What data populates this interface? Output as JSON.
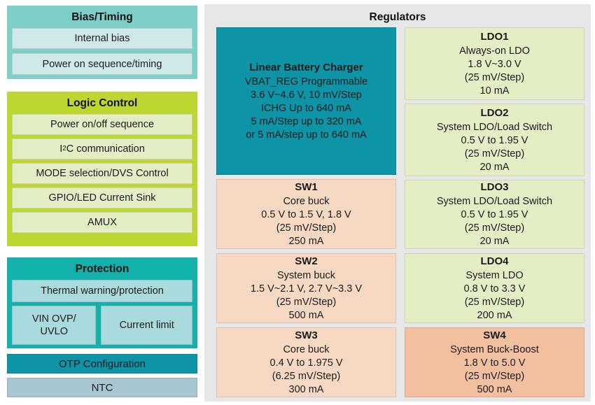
{
  "left_column": {
    "bias_timing": {
      "title": "Bias/Timing",
      "items": [
        {
          "label": "Internal bias"
        },
        {
          "label": "Power on sequence/timing"
        }
      ]
    },
    "logic_control": {
      "title": "Logic Control",
      "items": [
        {
          "label": "Power on/off sequence"
        },
        {
          "label": "I2C communication",
          "label_pre": "I",
          "label_sup": "2",
          "label_post": "C communication"
        },
        {
          "label": "MODE selection/DVS Control"
        },
        {
          "label": "GPIO/LED Current Sink"
        },
        {
          "label": "AMUX"
        }
      ]
    },
    "protection": {
      "title": "Protection",
      "items": [
        {
          "label": "Thermal warning/protection"
        },
        {
          "label": "VIN OVP/\nUVLO",
          "line1": "VIN OVP/",
          "line2": "UVLO"
        },
        {
          "label": "Current limit"
        }
      ]
    },
    "otp_configuration": {
      "label": "OTP Configuration"
    },
    "ntc": {
      "label": "NTC"
    }
  },
  "regulators": {
    "title": "Regulators",
    "blocks": [
      {
        "id": "charger",
        "title": "Linear Battery Charger",
        "lines": [
          "VBAT_REG Programmable",
          "3.6 V~4.6 V, 10 mV/Step",
          "ICHG Up to 640 mA",
          "5 mA/Step up to 320 mA",
          "or 5 mA/step up to 640 mA"
        ]
      },
      {
        "id": "sw1",
        "title": "SW1",
        "lines": [
          "Core buck",
          "0.5 V to 1.5 V, 1.8 V",
          "(25 mV/Step)",
          "250 mA"
        ]
      },
      {
        "id": "sw2",
        "title": "SW2",
        "lines": [
          "System buck",
          "1.5 V~2.1 V, 2.7 V~3.3 V",
          "(25 mV/Step)",
          "500 mA"
        ]
      },
      {
        "id": "sw3",
        "title": "SW3",
        "lines": [
          "Core buck",
          "0.4 V to 1.975 V",
          "(6.25 mV/Step)",
          "300 mA"
        ]
      },
      {
        "id": "ldo1",
        "title": "LDO1",
        "lines": [
          "Always-on LDO",
          "1.8 V~3.0 V",
          "(25 mV/Step)",
          "10 mA"
        ]
      },
      {
        "id": "ldo2",
        "title": "LDO2",
        "lines": [
          "System LDO/Load Switch",
          "0.5 V to 1.95 V",
          "(25 mV/Step)",
          "20 mA"
        ]
      },
      {
        "id": "ldo3",
        "title": "LDO3",
        "lines": [
          "System LDO/Load Switch",
          "0.5 V to 1.95 V",
          "(25 mV/Step)",
          "20 mA"
        ]
      },
      {
        "id": "ldo4",
        "title": "LDO4",
        "lines": [
          "System LDO",
          "0.8 V to 3.3 V",
          "(25 mV/Step)",
          "200 mA"
        ]
      },
      {
        "id": "sw4",
        "title": "SW4",
        "lines": [
          "System Buck-Boost",
          "1.8 V to 5.0 V",
          "(25 mV/Step)",
          "500 mA"
        ]
      }
    ]
  },
  "colors": {
    "bias_group": "#7fcfc9",
    "bias_item": "#cfe9ea",
    "logic_group": "#bdd631",
    "logic_item": "#e4eec4",
    "protection_group": "#14b1ac",
    "protection_item": "#a9dade",
    "otp": "#0d94a6",
    "ntc": "#a7c6d2",
    "panel_bg": "#e6e7e9",
    "charger": "#0d94a6",
    "ldo": "#e4eec4",
    "sw": "#f7d9c3",
    "sw4": "#f2bf9f"
  }
}
